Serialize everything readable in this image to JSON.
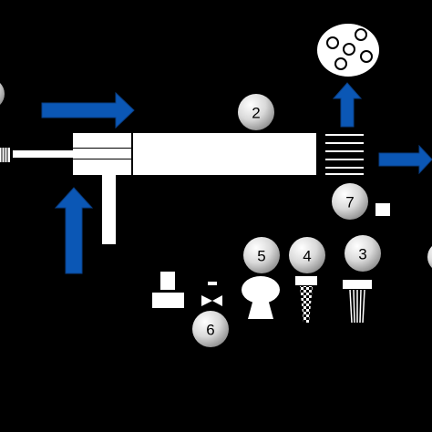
{
  "diagram": {
    "background": "#000000",
    "colors": {
      "arrow": "#0b57b5",
      "arrow_edge": "#0a3f86",
      "component": "#ffffff",
      "badge_light": "#f2f2f2",
      "badge_dark": "#8f8f8f"
    },
    "badges": [
      {
        "id": "badge-2",
        "label": "2"
      },
      {
        "id": "badge-7",
        "label": "7"
      },
      {
        "id": "badge-5",
        "label": "5"
      },
      {
        "id": "badge-4",
        "label": "4"
      },
      {
        "id": "badge-3",
        "label": "3"
      },
      {
        "id": "badge-6",
        "label": "6"
      }
    ],
    "arrows": [
      {
        "id": "arrow-top-left",
        "direction": "right"
      },
      {
        "id": "arrow-up-bottom-left",
        "direction": "up"
      },
      {
        "id": "arrow-up-right",
        "direction": "up"
      },
      {
        "id": "arrow-right-exit",
        "direction": "right"
      }
    ]
  }
}
